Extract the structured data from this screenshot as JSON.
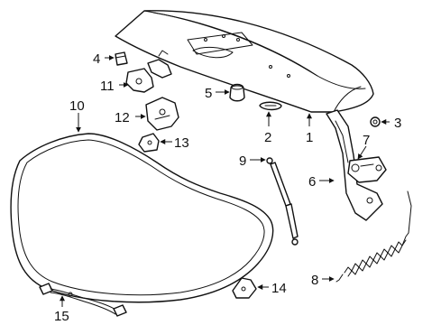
{
  "diagram": {
    "background": "#ffffff",
    "stroke_color": "#111111",
    "callouts": {
      "c1": "1",
      "c2": "2",
      "c3": "3",
      "c4": "4",
      "c5": "5",
      "c6": "6",
      "c7": "7",
      "c8": "8",
      "c9": "9",
      "c10": "10",
      "c11": "11",
      "c12": "12",
      "c13": "13",
      "c14": "14",
      "c15": "15"
    }
  }
}
